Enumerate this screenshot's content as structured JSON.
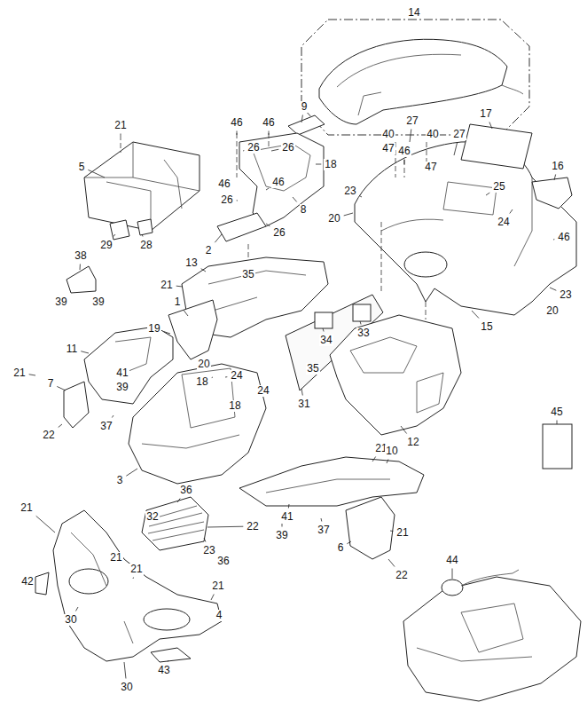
{
  "diagram": {
    "labels": [
      "14",
      "21",
      "5",
      "29",
      "28",
      "46",
      "46",
      "9",
      "26",
      "26",
      "18",
      "46",
      "26",
      "8",
      "46",
      "26",
      "2",
      "35",
      "40",
      "27",
      "40",
      "27",
      "47",
      "46",
      "47",
      "17",
      "16",
      "25",
      "23",
      "20",
      "24",
      "46",
      "23",
      "20",
      "15",
      "38",
      "39",
      "39",
      "21",
      "13",
      "33",
      "34",
      "1",
      "19",
      "20",
      "11",
      "41",
      "39",
      "18",
      "24",
      "24",
      "18",
      "21",
      "7",
      "31",
      "35",
      "12",
      "45",
      "22",
      "37",
      "3",
      "21",
      "10",
      "21",
      "36",
      "22",
      "32",
      "21",
      "21",
      "23",
      "36",
      "21",
      "42",
      "41",
      "39",
      "37",
      "6",
      "21",
      "22",
      "44",
      "4",
      "30",
      "43",
      "30"
    ]
  }
}
